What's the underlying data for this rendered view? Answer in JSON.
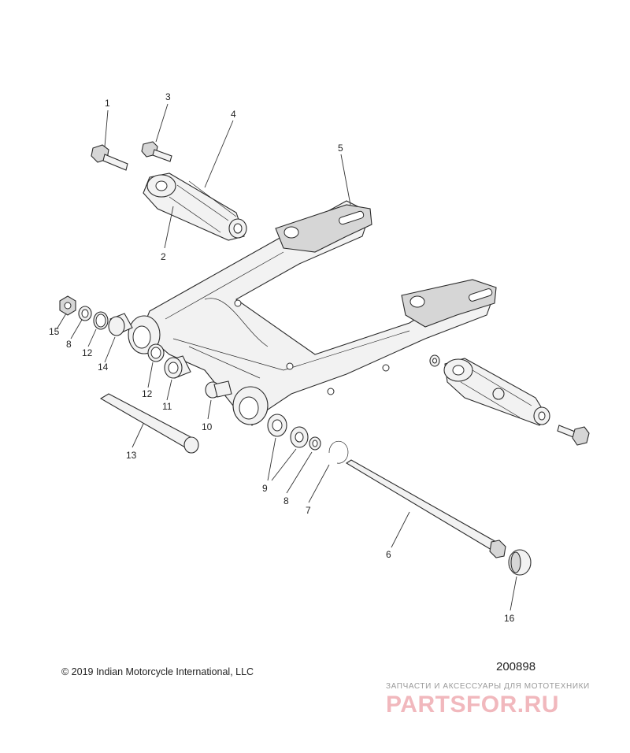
{
  "callouts": [
    {
      "id": "c1",
      "text": "1"
    },
    {
      "id": "c2",
      "text": "2"
    },
    {
      "id": "c3",
      "text": "3"
    },
    {
      "id": "c4",
      "text": "4"
    },
    {
      "id": "c5",
      "text": "5"
    },
    {
      "id": "c6",
      "text": "6"
    },
    {
      "id": "c7",
      "text": "7"
    },
    {
      "id": "c8a",
      "text": "8"
    },
    {
      "id": "c8b",
      "text": "8"
    },
    {
      "id": "c9",
      "text": "9"
    },
    {
      "id": "c10",
      "text": "10"
    },
    {
      "id": "c11",
      "text": "11"
    },
    {
      "id": "c12a",
      "text": "12"
    },
    {
      "id": "c12b",
      "text": "12"
    },
    {
      "id": "c13",
      "text": "13"
    },
    {
      "id": "c14",
      "text": "14"
    },
    {
      "id": "c15",
      "text": "15"
    },
    {
      "id": "c16",
      "text": "16"
    }
  ],
  "footer": {
    "copyright": "© 2019 Indian Motorcycle International, LLC",
    "figure_number": "200898"
  },
  "watermark": {
    "tagline": "ЗАПЧАСТИ И АКСЕССУАРЫ ДЛЯ МОТОТЕХНИКИ",
    "logo": "PARTSFOR.RU"
  }
}
